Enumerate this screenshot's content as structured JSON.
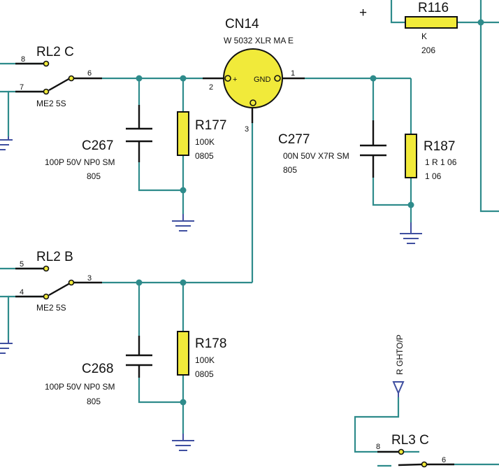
{
  "connector": {
    "ref": "CN14",
    "value": "W  5032 XLR MA  E",
    "pin_plus": "+",
    "pin_gnd": "GND",
    "pin1": "1",
    "pin2": "2",
    "pin3": "3"
  },
  "relay_b": {
    "ref": "RL2 C",
    "pin_a": "8",
    "pin_b": "7",
    "pin_common": "6",
    "part": "ME2 5S"
  },
  "relay_a": {
    "ref": "RL2 B",
    "pin_a": "5",
    "pin_b": "4",
    "pin_common": "3",
    "part": "ME2 5S"
  },
  "relay_c": {
    "ref": "RL3 C",
    "pin_a": "8",
    "pin_common": "6"
  },
  "caps": [
    {
      "ref": "C267",
      "value": "100P 50V NP0 SM",
      "package": "805"
    },
    {
      "ref": "C268",
      "value": "100P 50V NP0 SM",
      "package": "805"
    },
    {
      "ref": "C277",
      "value": "00N 50V X7R SM",
      "package": "805"
    }
  ],
  "resistors": [
    {
      "ref": "R177",
      "value": "100K",
      "package": "0805"
    },
    {
      "ref": "R178",
      "value": "100K",
      "package": "0805"
    },
    {
      "ref": "R187",
      "value": "1 R 1 06",
      "package": "1 06"
    },
    {
      "ref": "R116",
      "value": "K",
      "package": "206"
    }
  ],
  "net_label": "R GHTO/P",
  "plus_sign": "+",
  "colors": {
    "wire": "#2e8b8b",
    "part_fill": "#f1ea3a",
    "ground": "#3f4fa0"
  }
}
